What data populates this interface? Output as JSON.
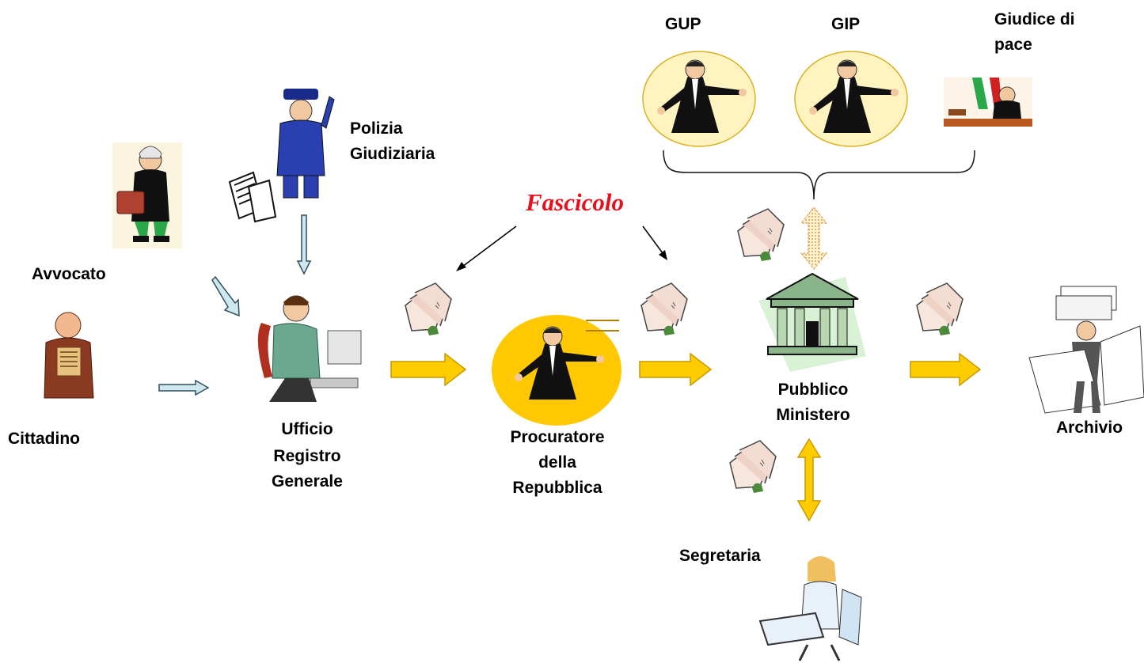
{
  "labels": {
    "avvocato": "Avvocato",
    "cittadino": "Cittadino",
    "polizia_line1": "Polizia",
    "polizia_line2": "Giudiziaria",
    "ufficio_line1": "Ufficio",
    "ufficio_line2": "Registro",
    "ufficio_line3": "Generale",
    "procuratore_line1": "Procuratore",
    "procuratore_line2": "della",
    "procuratore_line3": "Repubblica",
    "pm_line1": "Pubblico",
    "pm_line2": "Ministero",
    "archivio": "Archivio",
    "segretaria": "Segretaria",
    "gup": "GUP",
    "gip": "GIP",
    "giudice_line1": "Giudice di",
    "giudice_line2": "pace",
    "fascicolo": "Fascicolo"
  },
  "colors": {
    "flow_arrow_fill": "#ffcc00",
    "flow_arrow_stroke": "#c89a00",
    "input_arrow_fill": "#cfe8f0",
    "input_arrow_stroke": "#2f4f5f",
    "fascicolo_text": "#e8101c",
    "pm_building": "#b8d6b0",
    "judge_halo": "#fff3c0",
    "procuratore_halo": "#ffc800"
  },
  "icons": {
    "avvocato": "lawyer-icon",
    "cittadino": "citizen-icon",
    "polizia": "police-officer-icon",
    "documents": "documents-icon",
    "ufficio": "clerk-at-computer-icon",
    "procuratore": "prosecutor-icon",
    "pm": "courthouse-icon",
    "archivio": "archive-icon",
    "segretaria": "secretary-icon",
    "gup": "judge-icon",
    "gip": "judge-icon",
    "giudice": "justice-of-peace-icon",
    "fascicolo": "case-file-folder-icon"
  }
}
